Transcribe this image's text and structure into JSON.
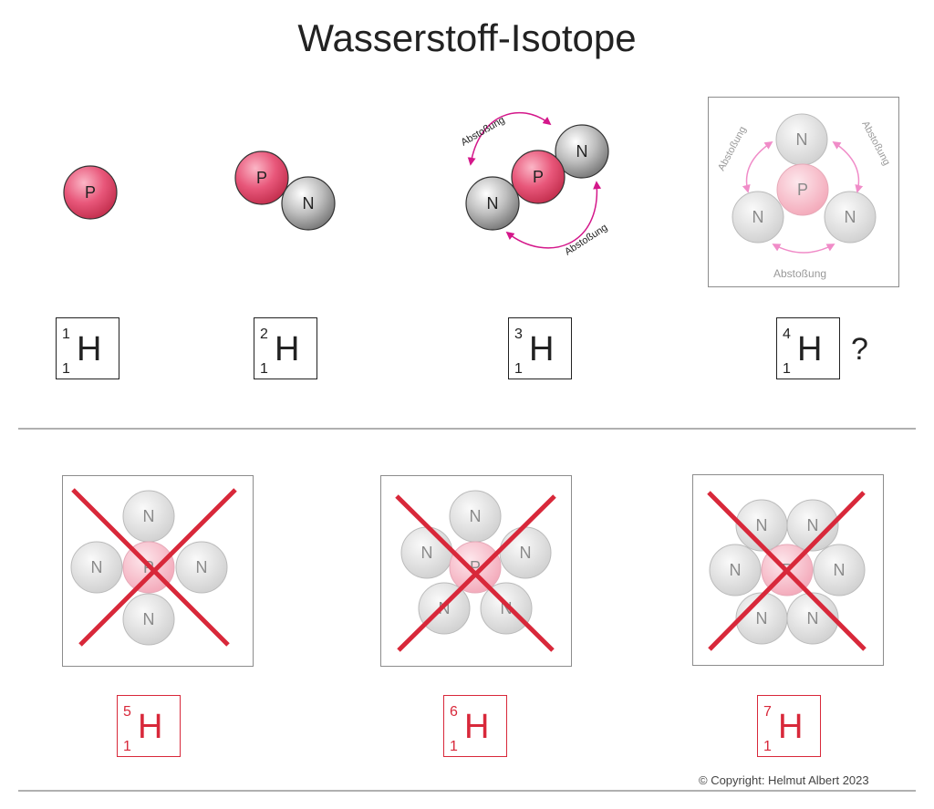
{
  "title": "Wasserstoff-Isotope",
  "labels": {
    "proton": "P",
    "neutron": "N",
    "repulsion": "Abstoßung",
    "question": "?"
  },
  "isotopes": [
    {
      "symbol": "H",
      "mass": "1",
      "atomic": "1"
    },
    {
      "symbol": "H",
      "mass": "2",
      "atomic": "1"
    },
    {
      "symbol": "H",
      "mass": "3",
      "atomic": "1"
    },
    {
      "symbol": "H",
      "mass": "4",
      "atomic": "1"
    },
    {
      "symbol": "H",
      "mass": "5",
      "atomic": "1"
    },
    {
      "symbol": "H",
      "mass": "6",
      "atomic": "1"
    },
    {
      "symbol": "H",
      "mass": "7",
      "atomic": "1"
    }
  ],
  "copyright": "© Copyright: Helmut Albert 2023",
  "colors": {
    "proton_fill": "#e54e6e",
    "neutron_fill": "#8f8f8f",
    "faded_proton_fill": "#f6c3cf",
    "faded_neutron_fill": "#dcdcdc",
    "arrow_magenta": "#d4178a",
    "arrow_pink": "#f08cc8",
    "cross_red": "#d8283a"
  }
}
